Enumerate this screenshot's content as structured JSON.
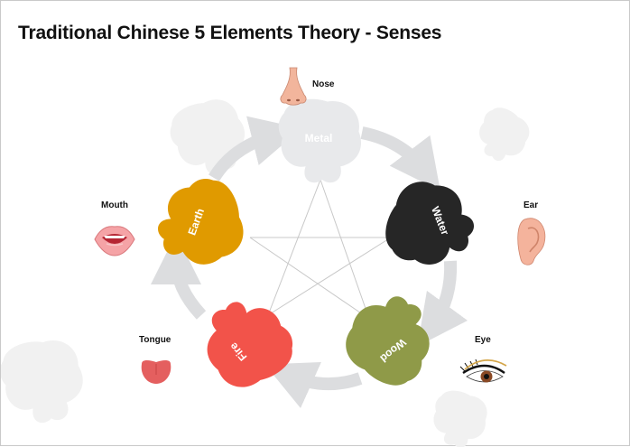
{
  "title": "Traditional Chinese 5 Elements Theory - Senses",
  "elements": [
    {
      "name": "Metal",
      "color": "#e8e9eb"
    },
    {
      "name": "Water",
      "color": "#262626"
    },
    {
      "name": "Wood",
      "color": "#8f9a48"
    },
    {
      "name": "Fire",
      "color": "#f2534a"
    },
    {
      "name": "Earth",
      "color": "#e09a00"
    }
  ],
  "senses": [
    {
      "label": "Nose",
      "icon": "nose-icon"
    },
    {
      "label": "Ear",
      "icon": "ear-icon"
    },
    {
      "label": "Eye",
      "icon": "eye-icon"
    },
    {
      "label": "Tongue",
      "icon": "tongue-icon"
    },
    {
      "label": "Mouth",
      "icon": "mouth-icon"
    }
  ],
  "colors": {
    "cycle_arrow": "#dcdddf",
    "star_lines": "#c8c8c8",
    "watermark": "#f1f1f1"
  }
}
